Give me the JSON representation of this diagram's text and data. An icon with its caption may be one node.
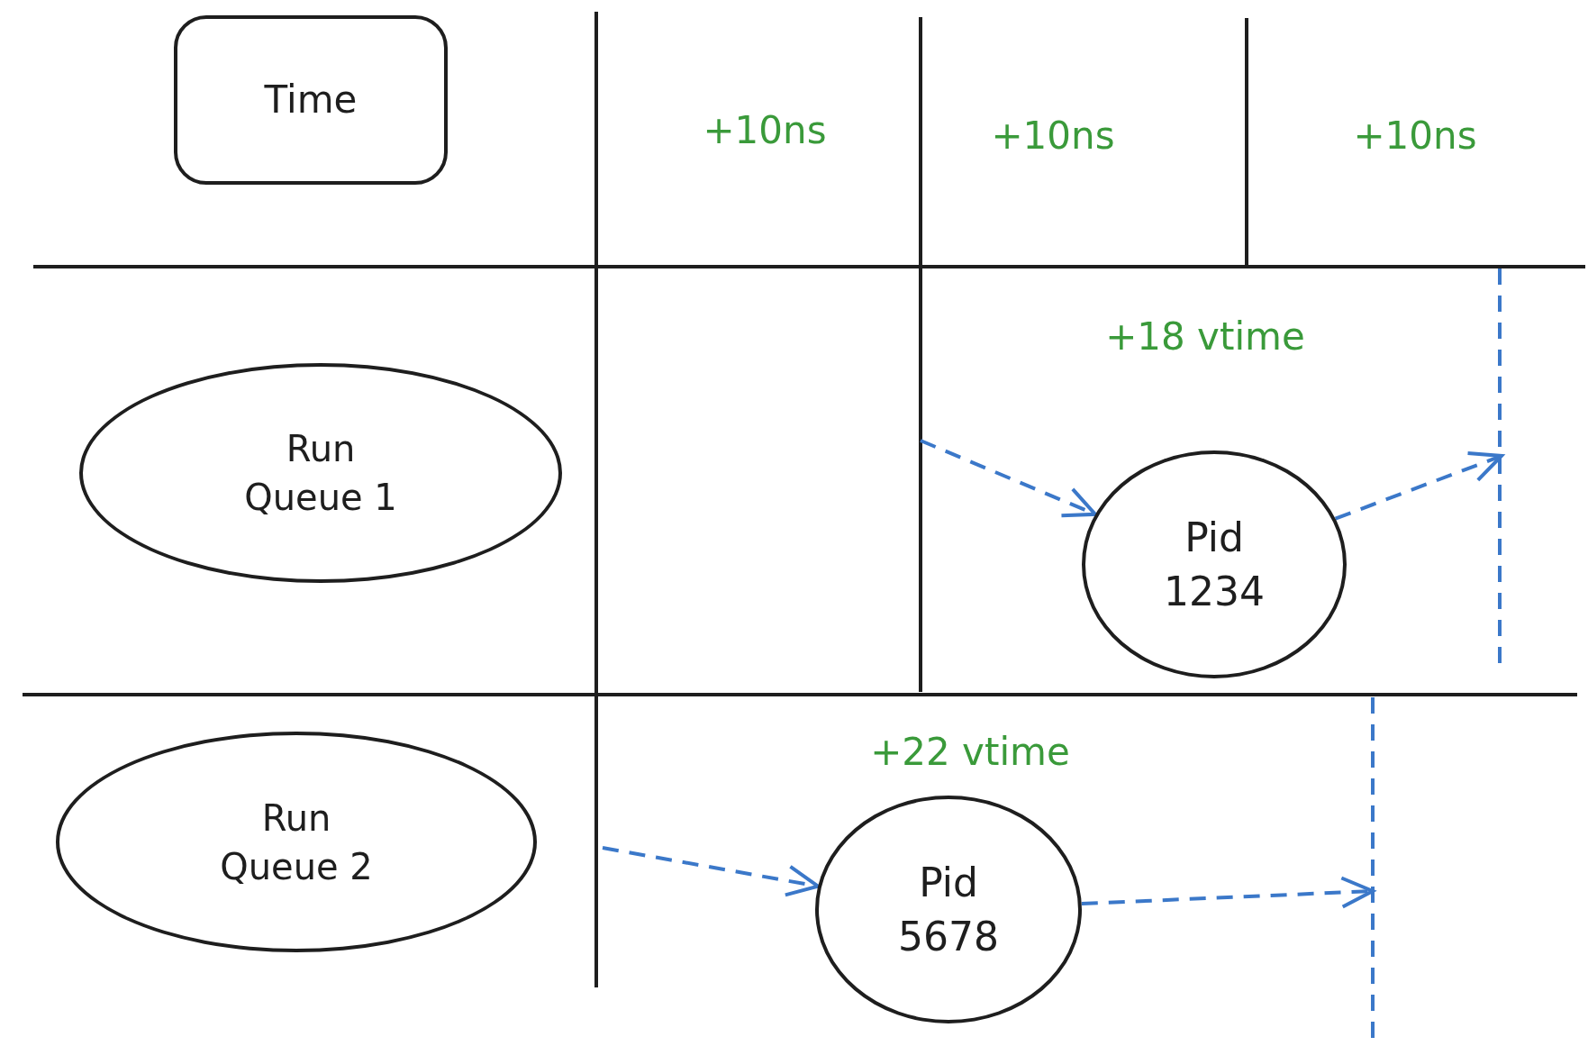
{
  "diagram": {
    "nodes": [
      {
        "text": [
          "Time"
        ]
      },
      {
        "text": [
          "Run Queue 1"
        ]
      },
      {
        "text": [
          "Pid 1234"
        ]
      },
      {
        "text": [
          "Run Queue 2"
        ]
      },
      {
        "text": [
          "Pid 5678"
        ]
      }
    ],
    "edges": [
      {
        "from": null,
        "to": 2,
        "arrow": "to",
        "style": "dashed"
      },
      {
        "from": 2,
        "to": null,
        "arrow": "to",
        "style": "dashed"
      },
      {
        "from": null,
        "to": 4,
        "arrow": "to",
        "style": "dashed"
      },
      {
        "from": 4,
        "to": null,
        "arrow": "to",
        "style": "dashed"
      }
    ],
    "labels": [
      "+10ns",
      "+10ns",
      "+10ns",
      "+18 vtime",
      "+22 vtime"
    ]
  }
}
